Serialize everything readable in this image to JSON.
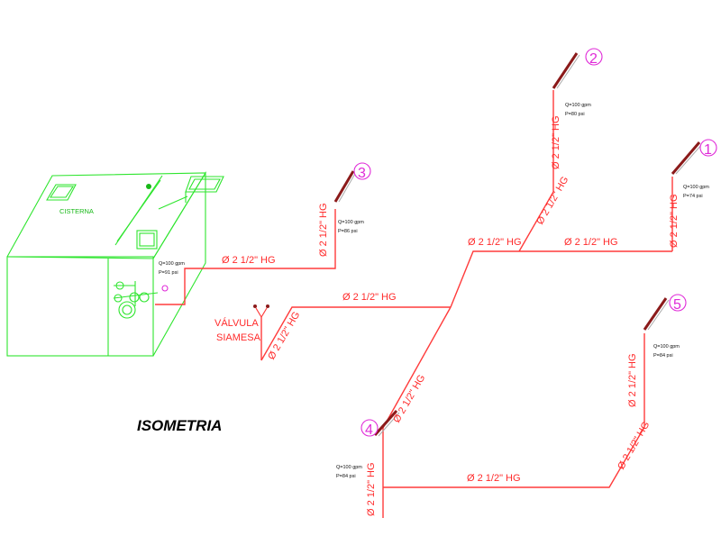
{
  "title": "ISOMETRIA",
  "pipe_label": "Ø 2 1/2\" HG",
  "cistern_label": "CISTERNA",
  "valve_label": [
    "VÁLVULA",
    "SIAMESA"
  ],
  "outlets": [
    {
      "id": "1",
      "flow": "Q=100 gpm",
      "pressure": "P=74 psi"
    },
    {
      "id": "2",
      "flow": "Q=100 gpm",
      "pressure": "P=80 psi"
    },
    {
      "id": "3",
      "flow": "Q=100 gpm",
      "pressure": "P=86 psi"
    },
    {
      "id": "4",
      "flow": "Q=100 gpm",
      "pressure": "P=84 psi"
    },
    {
      "id": "5",
      "flow": "Q=100 gpm",
      "pressure": "P=84 psi"
    }
  ],
  "pump": {
    "flow": "Q=100 gpm",
    "pressure": "P=91 psi"
  },
  "colors": {
    "pipe": "#ff3b3b",
    "tank": "#2ee52e",
    "marker": "#e02ad8",
    "nozzle": "#8b1a1a"
  }
}
